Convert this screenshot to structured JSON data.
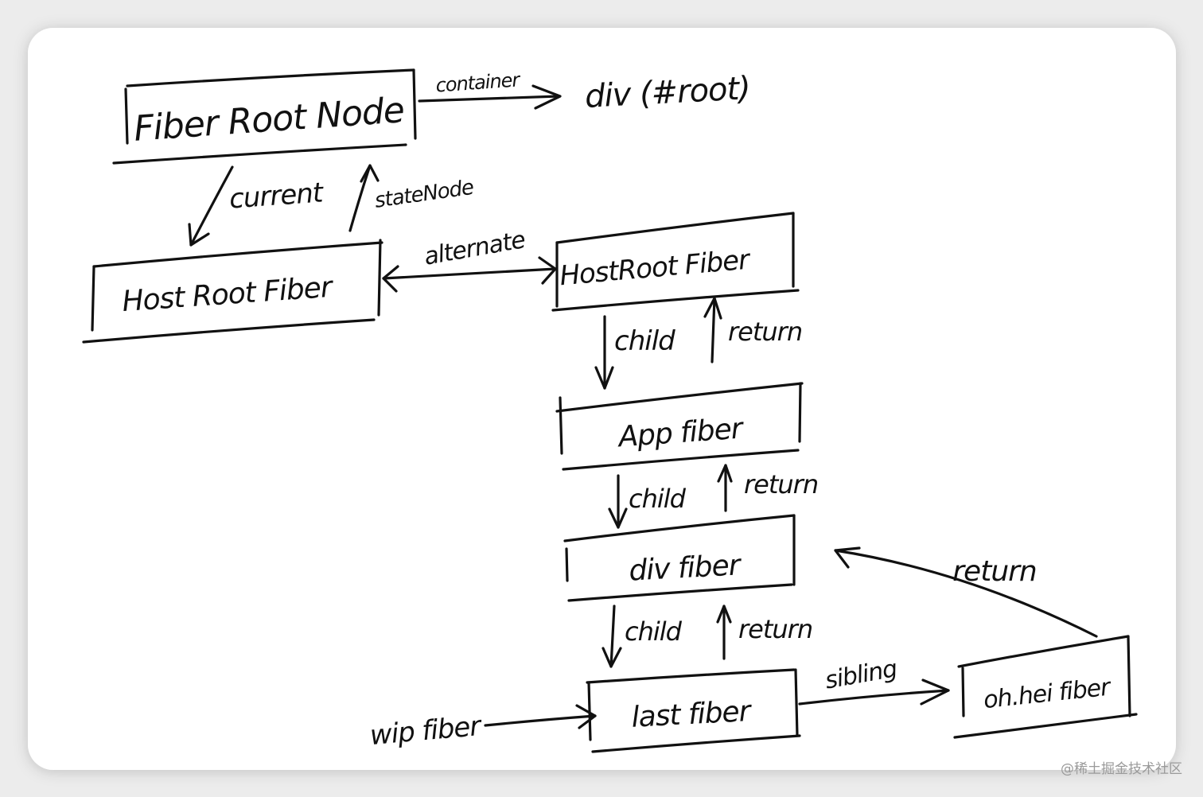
{
  "diagram": {
    "fiber_root_node": {
      "label": "Fiber Root Node",
      "container_edge": "container",
      "container_target": "div (#root)",
      "current_edge": "current",
      "state_node_edge": "stateNode"
    },
    "current_host_root": {
      "label": "Host Root Fiber"
    },
    "alternate_edge": "alternate",
    "wip_host_root": {
      "label": "HostRoot Fiber",
      "link_below": {
        "child": "child",
        "return": "return"
      }
    },
    "app_fiber": {
      "label": "App fiber",
      "link_below": {
        "child": "child",
        "return": "return"
      }
    },
    "div_fiber": {
      "label": "div fiber",
      "link_below": {
        "child": "child",
        "return": "return"
      }
    },
    "last_fiber": {
      "label": "last fiber",
      "sibling_edge": "sibling"
    },
    "oh_hei_fiber": {
      "label": "oh.hei fiber",
      "return_edge": "return"
    },
    "wip_pointer": "wip fiber"
  },
  "watermark": "@稀土掘金技术社区",
  "colors": {
    "ink": "#111111",
    "card_background": "#ffffff",
    "page_background": "#ececec",
    "watermark": "#9a9a9a"
  }
}
